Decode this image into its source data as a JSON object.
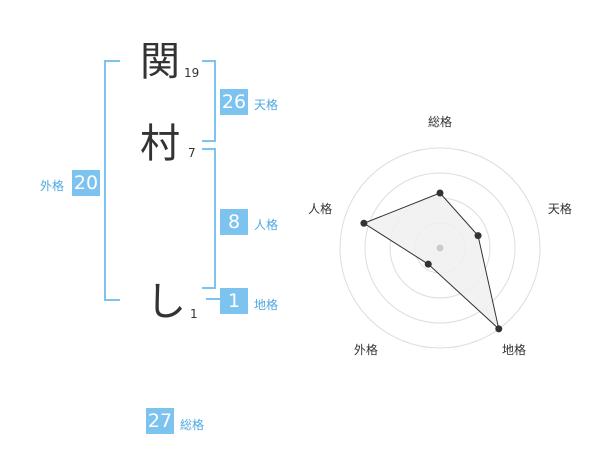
{
  "name_chars": [
    {
      "char": "関",
      "strokes": "19"
    },
    {
      "char": "村",
      "strokes": "7"
    },
    {
      "char": "し",
      "strokes": "1"
    }
  ],
  "fortunes": {
    "tenkaku": {
      "value": "26",
      "label": "天格"
    },
    "jinkaku": {
      "value": "8",
      "label": "人格"
    },
    "chikaku": {
      "value": "1",
      "label": "地格"
    },
    "gaikaku": {
      "value": "20",
      "label": "外格"
    },
    "soukaku": {
      "value": "27",
      "label": "総格"
    }
  },
  "chart_data": {
    "type": "radar",
    "axes": [
      "総格",
      "天格",
      "地格",
      "外格",
      "人格"
    ],
    "values": [
      0.55,
      0.4,
      1.0,
      0.2,
      0.8
    ],
    "rings": 4,
    "colors": {
      "ring": "#dddddd",
      "fill": "#f0f0f0",
      "line": "#333333",
      "point": "#333333",
      "center": "#cccccc"
    }
  }
}
